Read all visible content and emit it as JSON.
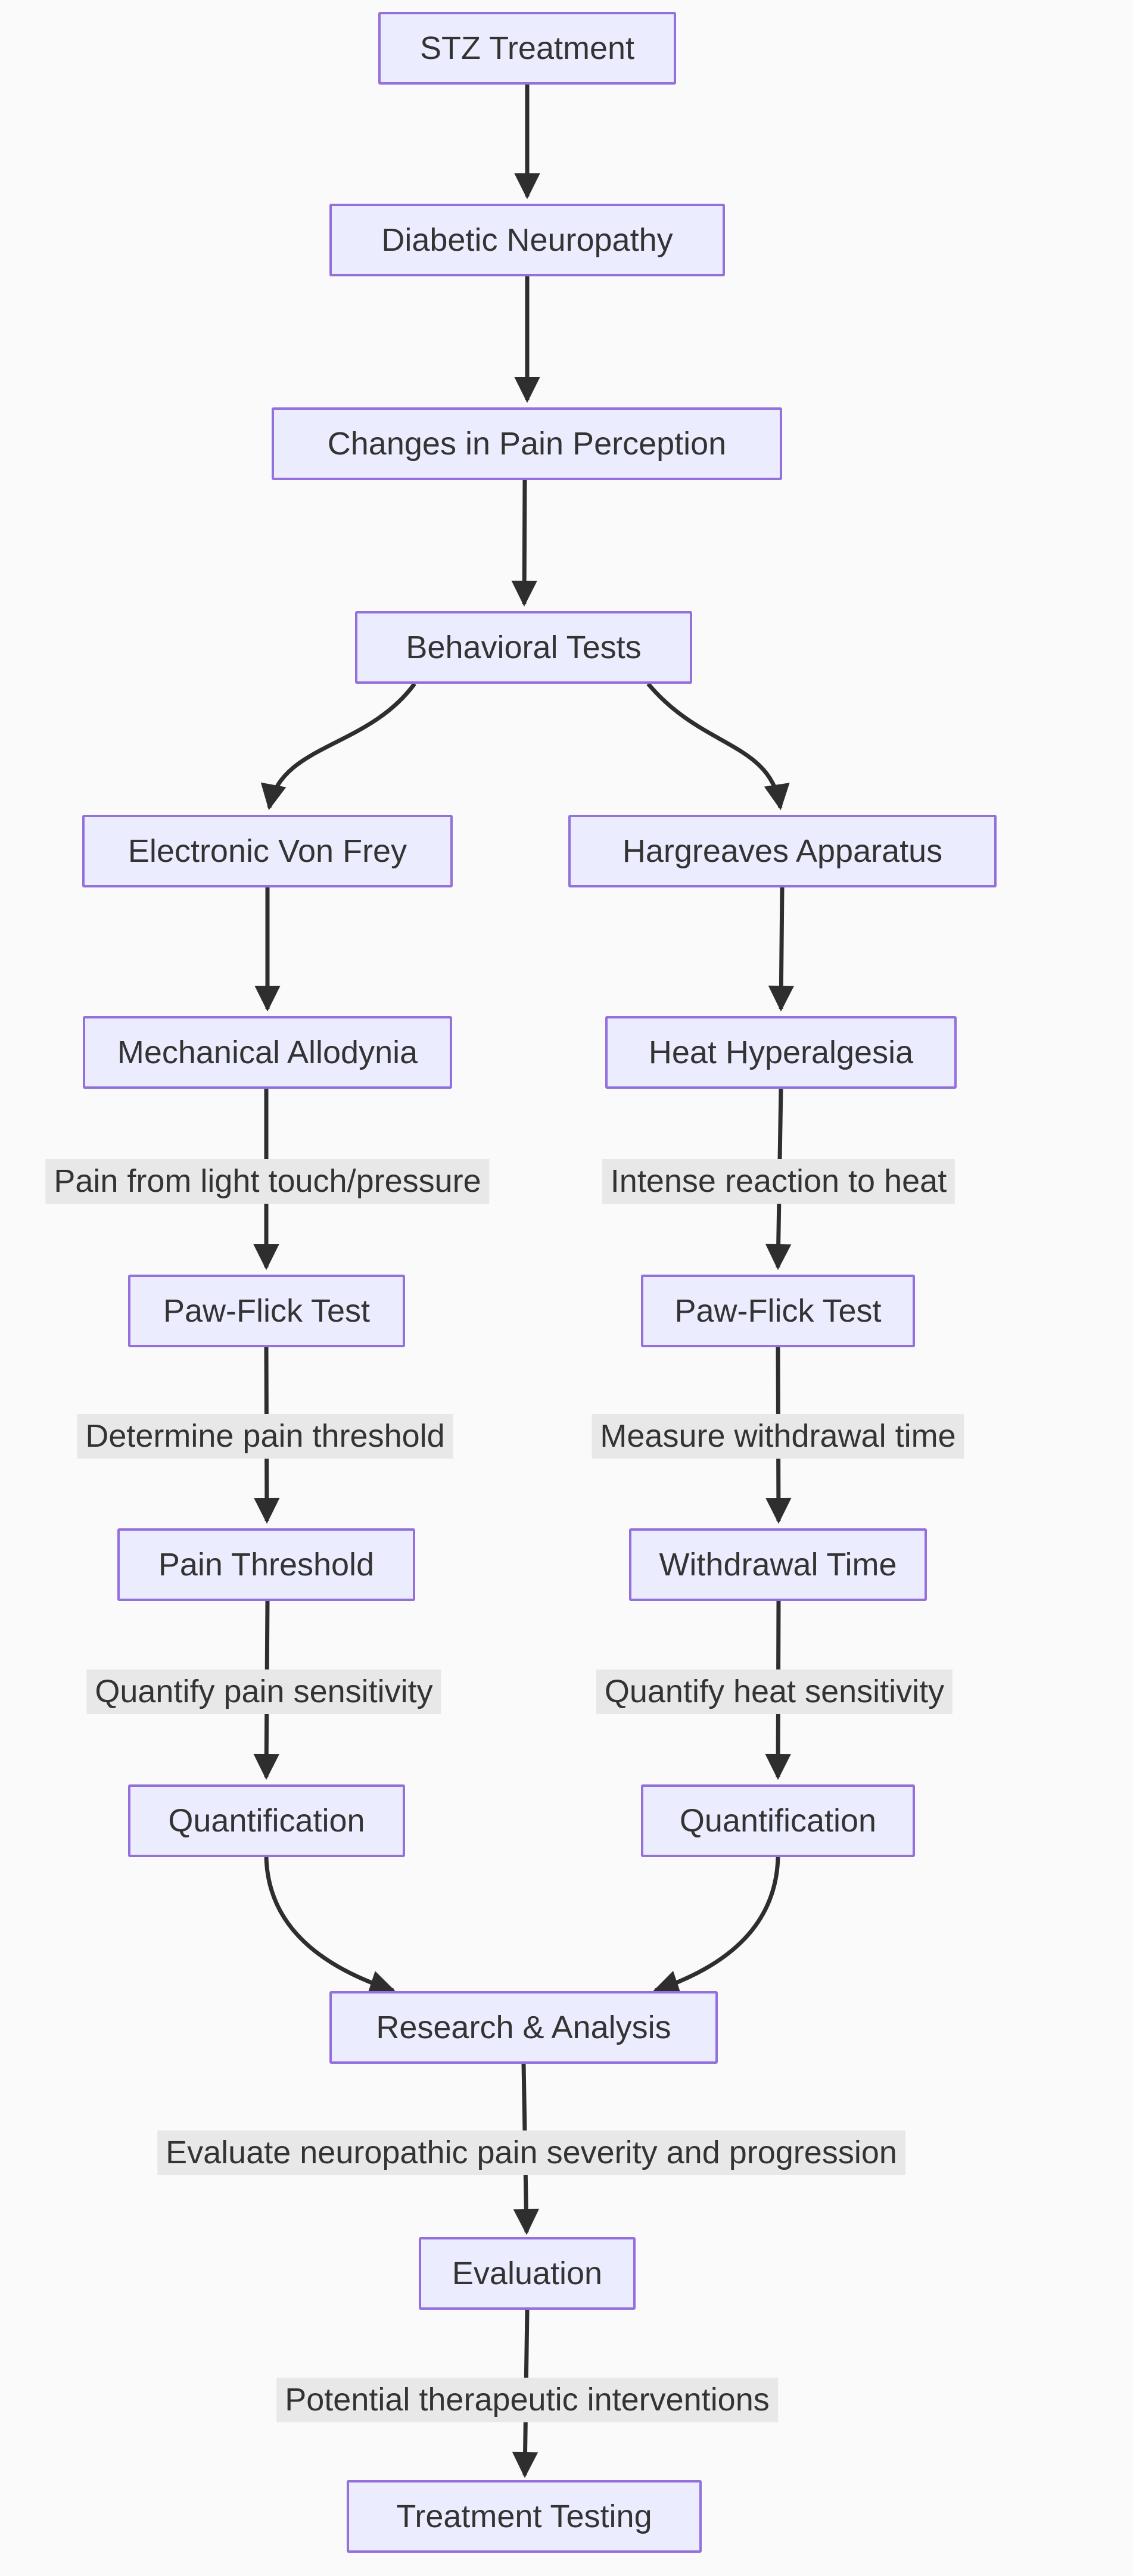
{
  "colors": {
    "background": "#fafafa",
    "node_fill": "#ECECFF",
    "node_border": "#9370DB",
    "node_text": "#333333",
    "edge_label_bg": "#e8e8e8",
    "edge_label_text": "#333333",
    "arrow": "#2e2e2e"
  },
  "diagram": {
    "type": "flowchart",
    "direction": "top-down",
    "nodes": {
      "stz": {
        "label": "STZ Treatment"
      },
      "diabetic": {
        "label": "Diabetic Neuropathy"
      },
      "changes": {
        "label": "Changes in Pain Perception"
      },
      "behavioral": {
        "label": "Behavioral Tests"
      },
      "von_frey": {
        "label": "Electronic Von Frey"
      },
      "hargreaves": {
        "label": "Hargreaves Apparatus"
      },
      "mech_allodynia": {
        "label": "Mechanical Allodynia"
      },
      "heat_hyperalgesia": {
        "label": "Heat Hyperalgesia"
      },
      "pawflick_left": {
        "label": "Paw-Flick Test"
      },
      "pawflick_right": {
        "label": "Paw-Flick Test"
      },
      "pain_threshold": {
        "label": "Pain Threshold"
      },
      "withdrawal_time": {
        "label": "Withdrawal Time"
      },
      "quantification_left": {
        "label": "Quantification"
      },
      "quantification_right": {
        "label": "Quantification"
      },
      "research": {
        "label": "Research & Analysis"
      },
      "evaluation": {
        "label": "Evaluation"
      },
      "treatment": {
        "label": "Treatment Testing"
      }
    },
    "edge_labels": {
      "pain_light_touch": "Pain from light touch/pressure",
      "intense_heat": "Intense reaction to heat",
      "determine_threshold": "Determine pain threshold",
      "measure_withdrawal": "Measure withdrawal time",
      "quantify_pain": "Quantify pain sensitivity",
      "quantify_heat": "Quantify heat sensitivity",
      "evaluate_severity": "Evaluate neuropathic pain severity and progression",
      "potential_interventions": "Potential therapeutic interventions"
    }
  }
}
